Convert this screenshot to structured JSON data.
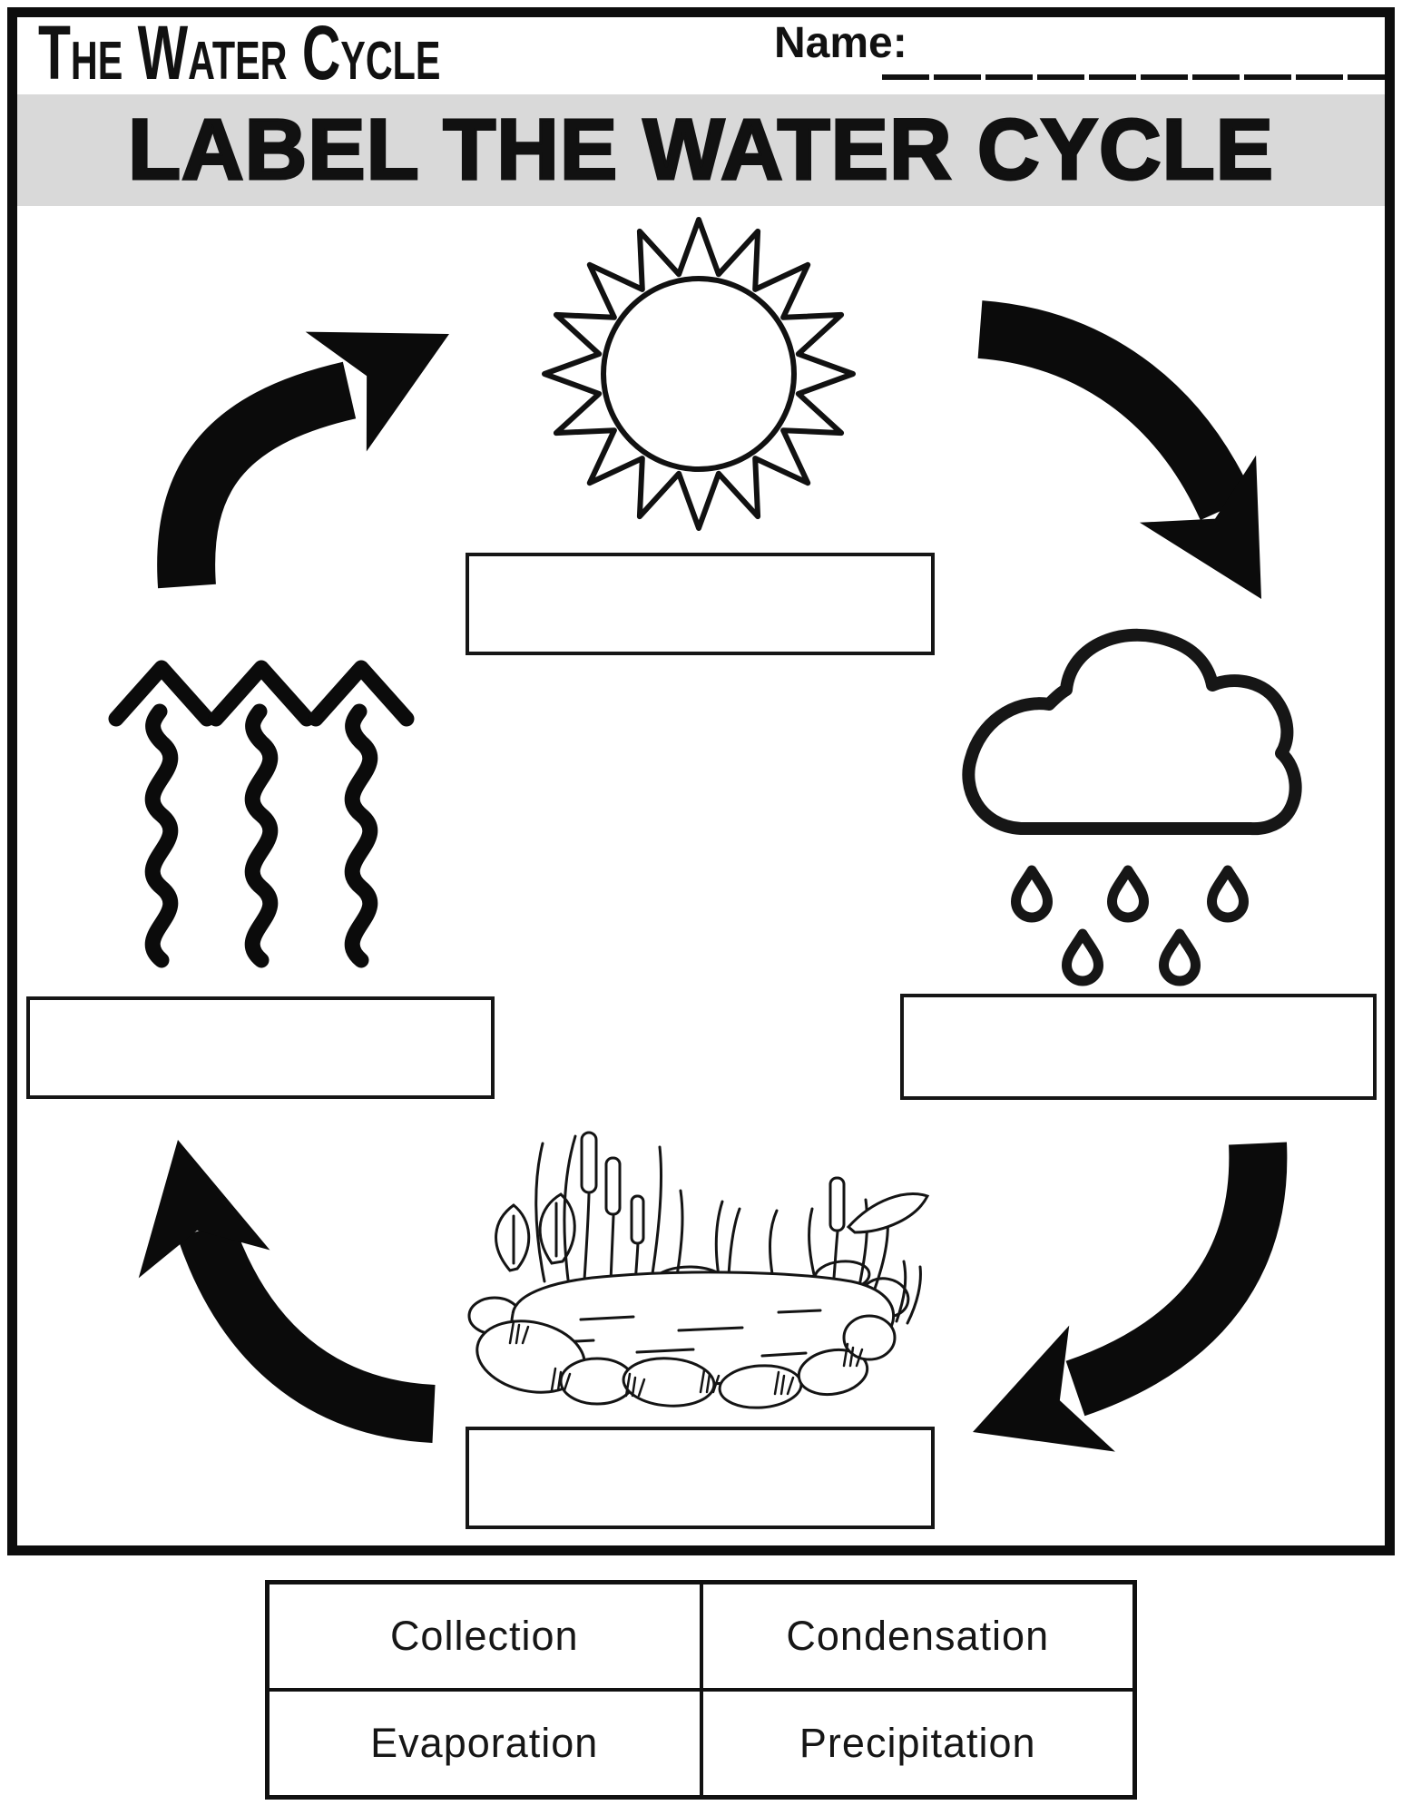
{
  "header": {
    "title": "The Water Cycle",
    "name_label": "Name:",
    "name_value": ""
  },
  "banner": {
    "heading": "LABEL THE WATER CYCLE"
  },
  "diagram": {
    "label_boxes": {
      "top": "",
      "right": "",
      "left": "",
      "bottom": ""
    },
    "icons": {
      "sun": "sun-icon",
      "rain_cloud": "rain-cloud-icon",
      "raindrops": "raindrop-icon",
      "evaporation_arrows": "evaporation-arrows-icon",
      "pond": "pond-collection-icon",
      "cycle_arrows": "cycle-arrow-icon"
    }
  },
  "word_bank": {
    "items": [
      "Collection",
      "Condensation",
      "Evaporation",
      "Precipitation"
    ]
  },
  "colors": {
    "ink": "#111111",
    "banner_bg": "#d9d9d9",
    "paper": "#ffffff"
  }
}
